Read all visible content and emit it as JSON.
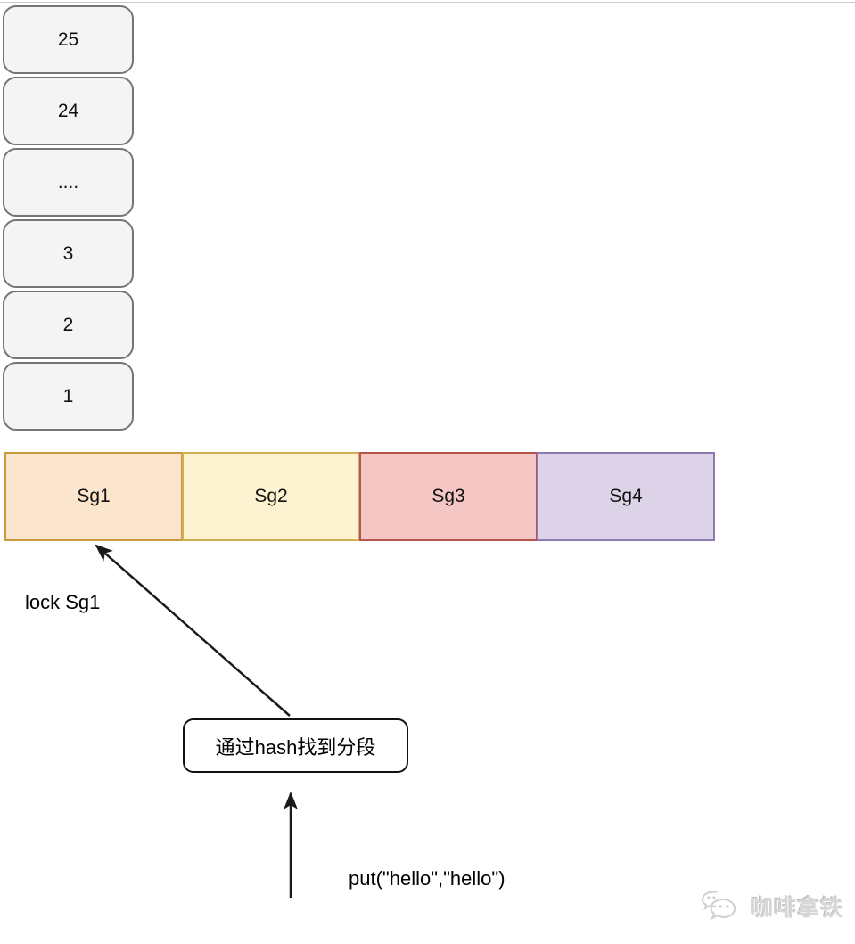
{
  "index_stack": {
    "items": [
      "25",
      "24",
      "....",
      "3",
      "2",
      "1"
    ],
    "box_fill": "#f4f4f4",
    "box_border": "#757575"
  },
  "segment_row": {
    "segments": [
      {
        "label": "Sg1",
        "fill": "#fce5cd",
        "border": "#c99a3c"
      },
      {
        "label": "Sg2",
        "fill": "#fdf3d0",
        "border": "#d2b052"
      },
      {
        "label": "Sg3",
        "fill": "#f4c7c4",
        "border": "#b85450"
      },
      {
        "label": "Sg4",
        "fill": "#dcd3e8",
        "border": "#8d7ab0"
      }
    ]
  },
  "annotations": {
    "lock_label": "lock Sg1",
    "hash_box_label": "通过hash找到分段",
    "put_label": "put(\"hello\",\"hello\")",
    "arrow_color": "#1a1a1a"
  },
  "watermark": {
    "text": "咖啡拿铁",
    "icon": "wechat-chat-bubbles",
    "color": "#d6d6d6"
  }
}
